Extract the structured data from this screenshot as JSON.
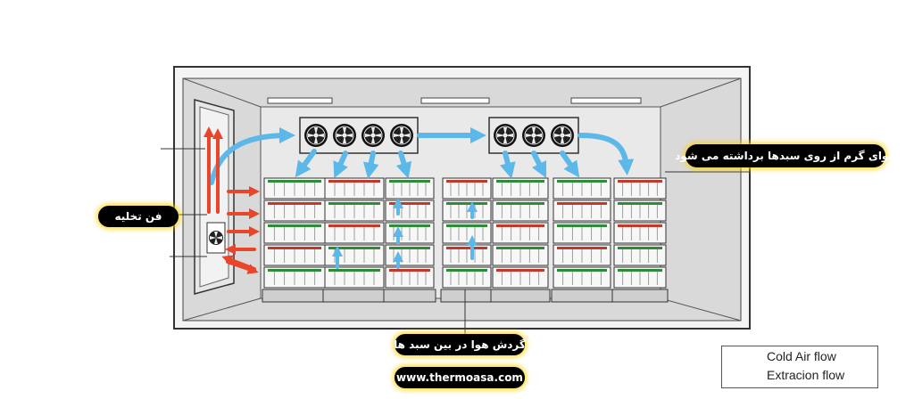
{
  "labels": {
    "fan_exhaust": "فن تخلیه",
    "warm_air_removed": "هوای گرم از روی سبدها برداشته می شود",
    "air_between_baskets": "گردش هوا در بین سبد ها",
    "website": "www.thermoasa.com"
  },
  "legend": {
    "cold_air": "Cold Air flow",
    "extraction": "Extracion flow"
  },
  "colors": {
    "cold_air": "#5bb8e8",
    "extraction": "#e8452a",
    "label_bg": "#000000",
    "label_glow": "#ffd200"
  }
}
